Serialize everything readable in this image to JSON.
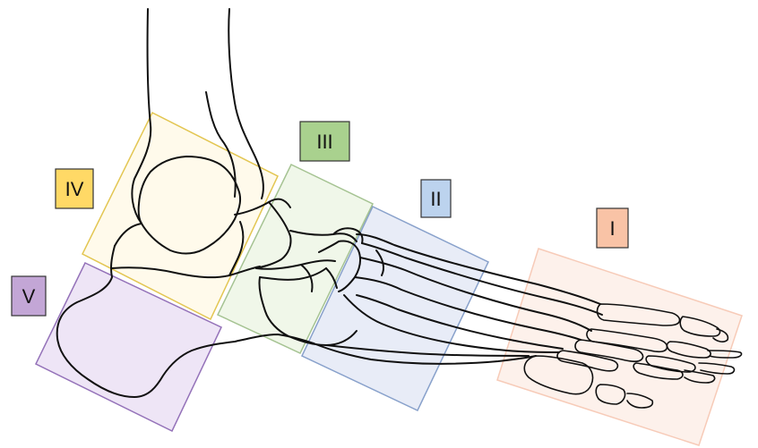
{
  "zones": [
    {
      "id": "I",
      "label": "I",
      "fill": "#fde8de",
      "stroke": "#f2a98a",
      "label_fill": "#f9c3a6",
      "label_stroke": "#333333"
    },
    {
      "id": "II",
      "label": "II",
      "fill": "#dde3f3",
      "stroke": "#4a6fb0",
      "label_fill": "#bcd3ee",
      "label_stroke": "#333333"
    },
    {
      "id": "III",
      "label": "III",
      "fill": "#e7f2dc",
      "stroke": "#6a9c4a",
      "label_fill": "#a9d18e",
      "label_stroke": "#333333"
    },
    {
      "id": "IV",
      "label": "IV",
      "fill": "#fffae9",
      "stroke": "#e0c040",
      "label_fill": "#ffd966",
      "label_stroke": "#333333"
    },
    {
      "id": "V",
      "label": "V",
      "fill": "#ebdff4",
      "stroke": "#7a4fa8",
      "label_fill": "#c3a6d6",
      "label_stroke": "#333333"
    }
  ]
}
